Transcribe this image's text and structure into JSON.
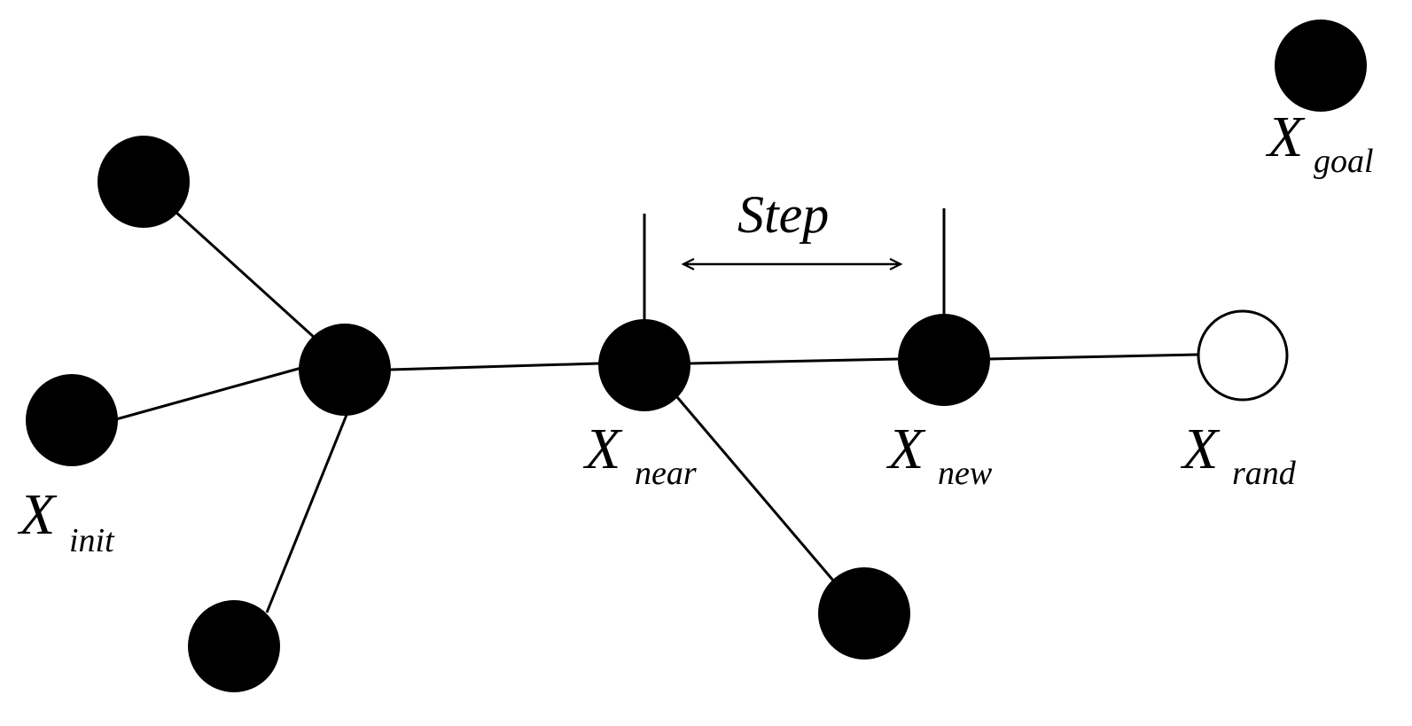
{
  "diagram": {
    "colors": {
      "node_fill": "#000000",
      "random_node_fill": "#ffffff",
      "stroke": "#000000",
      "background": "#ffffff"
    },
    "labels": {
      "init": {
        "main": "X",
        "sub": "init"
      },
      "near": {
        "main": "X",
        "sub": "near"
      },
      "new": {
        "main": "X",
        "sub": "new"
      },
      "rand": {
        "main": "X",
        "sub": "rand"
      },
      "goal": {
        "main": "X",
        "sub": "goal"
      },
      "step": "Step"
    }
  }
}
